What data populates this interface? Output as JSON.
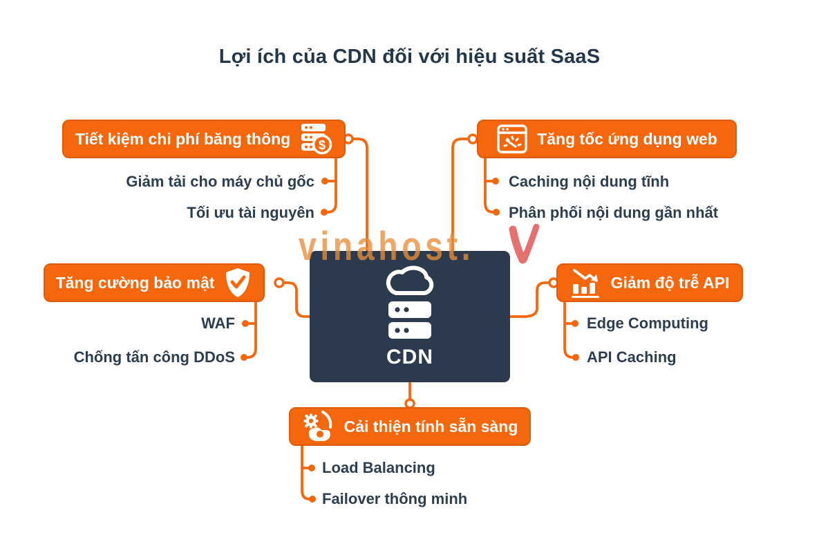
{
  "title": "Lợi ích của CDN đối với hiệu suất SaaS",
  "watermark": {
    "text": "vinahost.",
    "logo": "V"
  },
  "center": {
    "label": "CDN",
    "icon": "cloud-server-icon"
  },
  "branches": [
    {
      "label": "Tiết kiệm chi phí băng thông",
      "icon": "server-dollar-icon",
      "items": [
        "Giảm tải cho máy chủ gốc",
        "Tối ưu tài nguyên"
      ]
    },
    {
      "label": "Tăng tốc ứng dụng web",
      "icon": "browser-speedometer-icon",
      "items": [
        "Caching nội dung tĩnh",
        "Phân phối nội dung gần nhất"
      ]
    },
    {
      "label": "Tăng cường bảo mật",
      "icon": "shield-check-icon",
      "items": [
        "WAF",
        "Chống tấn công DDoS"
      ]
    },
    {
      "label": "Giảm độ trễ API",
      "icon": "chart-decrease-icon",
      "items": [
        "Edge Computing",
        "API Caching"
      ]
    },
    {
      "label": "Cải thiện tính sẵn sàng",
      "icon": "hand-gear-icon",
      "items": [
        "Load Balancing",
        "Failover thông minh"
      ]
    }
  ],
  "colors": {
    "accent": "#f4670d",
    "accent_dark": "#e05a06",
    "navy_box": "#2b3b4d",
    "text": "#2c3e50",
    "watermark_text": "#e78d3a",
    "watermark_logo": "#e25858"
  }
}
